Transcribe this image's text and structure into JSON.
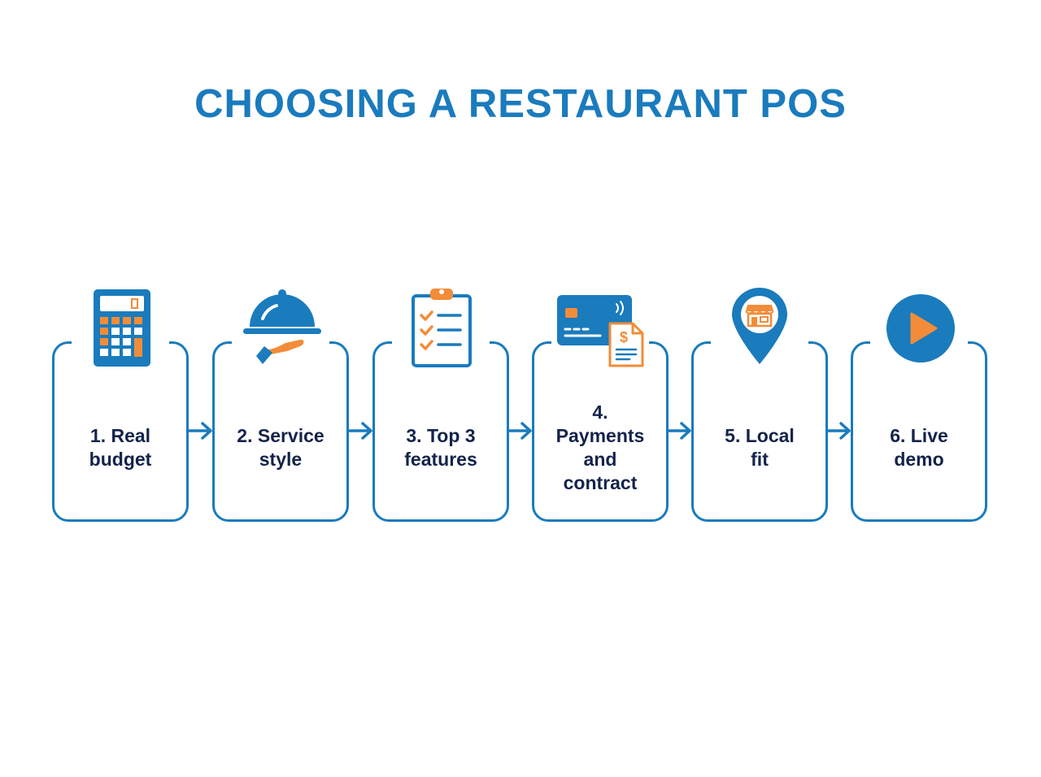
{
  "title": "CHOOSING A RESTAURANT POS",
  "colors": {
    "primary_blue": "#1a7bbd",
    "accent_orange": "#f28c38",
    "text_navy": "#14234a"
  },
  "steps": [
    {
      "label": "1. Real\nbudget",
      "icon": "calculator-icon"
    },
    {
      "label": "2. Service\nstyle",
      "icon": "serving-cloche-icon"
    },
    {
      "label": "3. Top 3\nfeatures",
      "icon": "checklist-clipboard-icon"
    },
    {
      "label": "4.\nPayments\nand\ncontract",
      "icon": "credit-card-invoice-icon"
    },
    {
      "label": "5. Local\nfit",
      "icon": "store-location-pin-icon"
    },
    {
      "label": "6. Live\ndemo",
      "icon": "play-button-icon"
    }
  ]
}
